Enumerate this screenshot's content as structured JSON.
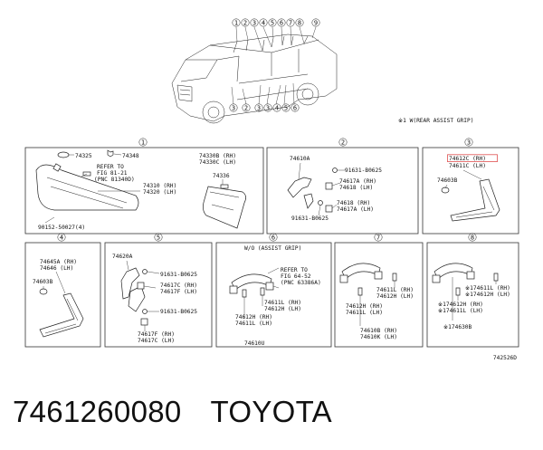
{
  "overview": {
    "callouts_top": [
      "1",
      "2",
      "3",
      "4",
      "5",
      "6",
      "7",
      "8",
      "9"
    ],
    "callouts_bottom": [
      "3",
      "2",
      "3",
      "3",
      "4",
      "5",
      "6"
    ],
    "note": "※1 W(REAR ASSIST GRIP)"
  },
  "panels": [
    {
      "id": "1",
      "labels": {
        "a": "74325",
        "b": "74348",
        "c": "REFER TO",
        "d": "FIG 81-21",
        "e": "(PNC 81340D)",
        "f": "74310 (RH)",
        "g": "74320 (LH)",
        "h": "90152-50027(4)",
        "i": "74330B (RH)",
        "j": "74330C (LH)",
        "k": "74336"
      }
    },
    {
      "id": "2",
      "labels": {
        "a": "74610A",
        "b": "91631-B0625",
        "c": "74617A (RH)",
        "d": "74618 (LH)",
        "e": "74618 (RH)",
        "f": "74617A (LH)",
        "g": "91631-B0625"
      }
    },
    {
      "id": "3",
      "labels": {
        "a": "74612C (RH)",
        "b": "74611C (LH)",
        "c": "74603B"
      }
    },
    {
      "id": "4",
      "labels": {
        "a": "74645A (RH)",
        "b": "74646 (LH)",
        "c": "74603B"
      }
    },
    {
      "id": "5",
      "labels": {
        "a": "74620A",
        "b": "91631-B0625",
        "c": "74617C (RH)",
        "d": "74617F (LH)",
        "e": "91631-B0625",
        "f": "74617F (RH)",
        "g": "74617C (LH)"
      }
    },
    {
      "id": "6",
      "labels": {
        "a": "W/O (ASSIST GRIP)",
        "b": "REFER TO",
        "c": "FIG 64-52",
        "d": "(PNC 63386A)",
        "e": "74611L (RH)",
        "f": "74612H (LH)",
        "g": "74612H (RH)",
        "h": "74611L (LH)",
        "i": "74610U"
      }
    },
    {
      "id": "7",
      "labels": {
        "a": "74611L (RH)",
        "b": "74612H (LH)",
        "c": "74612H (RH)",
        "d": "74611L (LH)",
        "e": "74610B (RH)",
        "f": "74610K (LH)"
      }
    },
    {
      "id": "8",
      "labels": {
        "a": "※174611L (RH)",
        "b": "※174612H (LH)",
        "c": "※174612H (RH)",
        "d": "※174611L (LH)",
        "e": "※174630B"
      }
    }
  ],
  "diagram_code": "742526D",
  "footer": {
    "part_number": "7461260080",
    "brand": "TOYOTA"
  }
}
